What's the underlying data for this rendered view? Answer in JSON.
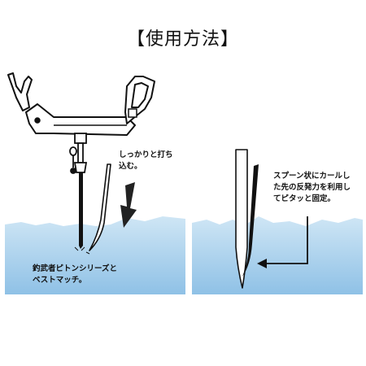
{
  "title": "【使用方法】",
  "left_panel": {
    "label_hammer_line1": "しっかりと打ち",
    "label_hammer_line2": "込む。",
    "label_bottom_line1": "釣武者ピトンシリーズと",
    "label_bottom_line2": "ベストマッチ。"
  },
  "right_panel": {
    "label_line1": "スプーン状にカールし",
    "label_line2": "た先の反発力を利用し",
    "label_line3": "てピタッと固定。"
  },
  "colors": {
    "water_top": "#cfe6f5",
    "water_bottom": "#8fc1e6",
    "outline": "#111111",
    "spike_fill": "#ffffff",
    "arrow_fill": "#222222"
  }
}
